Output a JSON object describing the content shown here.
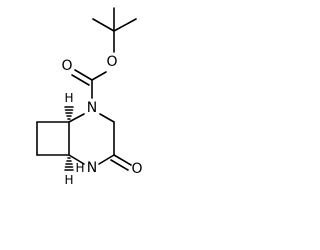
{
  "molecule": {
    "atoms": {
      "carbonyl_oxygen": "O",
      "ester_oxygen": "O",
      "ring_nitrogen_boc": "N",
      "lactam_nitrogen": "N",
      "lactam_nitrogen_h": "H",
      "ketone_oxygen": "O",
      "stereo_h_top": "H",
      "stereo_h_bottom": "H"
    }
  }
}
